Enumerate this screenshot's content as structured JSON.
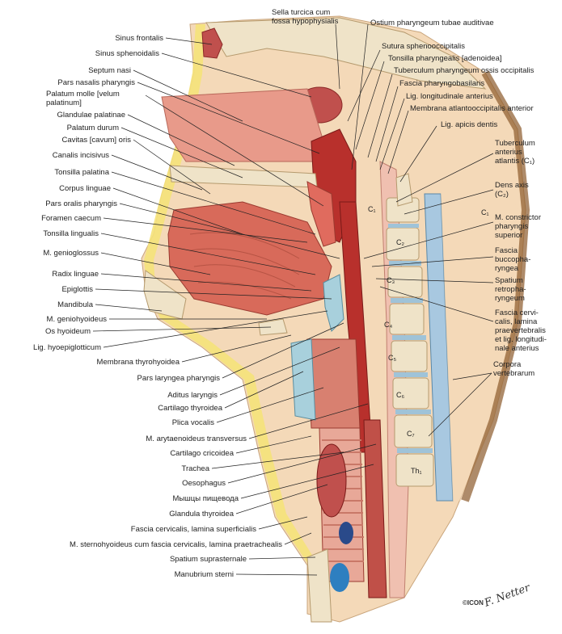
{
  "left_labels": [
    "Sinus frontalis",
    "Sinus sphenoidalis",
    "Septum nasi",
    "Pars nasalis pharyngis",
    "Palatum molle [velum\npalatinum]",
    "Glandulae palatinae",
    "Palatum durum",
    "Cavitas [cavum] oris",
    "Canalis incisivus",
    "Tonsilla palatina",
    "Corpus linguae",
    "Pars oralis pharyngis",
    "Foramen caecum",
    "Tonsilla lingualis",
    "M. genioglossus",
    "Radix linguae",
    "Epiglottis",
    "Mandibula",
    "M. geniohyoideus",
    "Os hyoideum",
    "Lig. hyoepiglotticum",
    "Membrana thyrohyoidea",
    "Pars laryngea pharyngis",
    "Aditus laryngis",
    "Cartilago thyroidea",
    "Plica vocalis",
    "M. arytaenoideus transversus",
    "Cartilago cricoidea",
    "Trachea",
    "Oesophagus",
    "Мышцы пищевода",
    "Glandula thyroidea",
    "Fascia cervicalis, lamina superficialis",
    "M. sternohyoideus cum fascia cervicalis, lamina praetrachealis",
    "Spatium suprasternale",
    "Manubrium sterni"
  ],
  "top_labels": [
    "Sella turcica cum\nfossa hypophysialis",
    "Ostium pharyngeum tubae auditivae",
    "Sutura sphenooccipitalis",
    "Tonsilla pharyngealis [adenoidea]",
    "Tuberculum pharyngeum ossis occipitalis",
    "Fascia pharyngobasilaris",
    "Lig. longitudinale anterius",
    "Membrana atlantooccipitalis anterior",
    "Lig. apicis dentis"
  ],
  "right_labels": [
    "Tuberculum\nanterius\natlantis (C₁)",
    "Dens axis\n(C₂)",
    "M. constrictor\npharyngis\nsuperior",
    "Fascia\nbuccopha-\nryngea",
    "Spatium\nretropha-\nryngeum",
    "Fascia cervi-\ncalis, lamina\npraevertebralis\net lig. longitudi-\nnale anterius",
    "Corpora\nvertebrarum"
  ],
  "vertebra_labels": [
    "C₁",
    "C₁",
    "C₂",
    "C₃",
    "C₄",
    "C₅",
    "C₆",
    "C₇",
    "Th₁"
  ],
  "signature": "F. Netter",
  "publisher_mark": "©ICON"
}
